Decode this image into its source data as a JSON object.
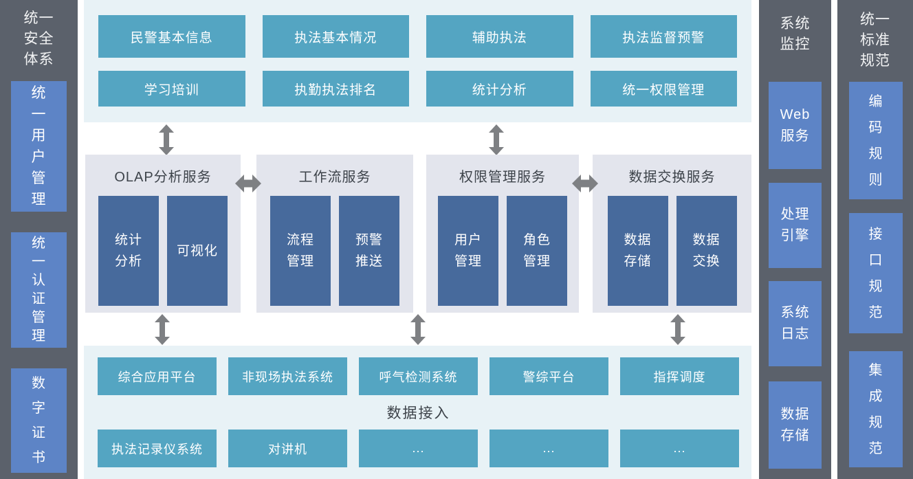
{
  "colors": {
    "sidebar_bg": "#5b616b",
    "sidebar_box_blue": "#5d84c6",
    "teal_box": "#54a5c2",
    "module_blue": "#476a9c",
    "panel_bg": "#e3e5ed",
    "main_bg": "#e8f2f6",
    "arrow_gray": "#7e8083",
    "dark_text": "#3d434a"
  },
  "left_sidebar": {
    "title": "统一\n安全\n体系",
    "items": [
      "统\n一\n用\n户\n管\n理",
      "统\n一\n认\n证\n管\n理",
      "数\n字\n证\n书"
    ]
  },
  "top_apps": {
    "rows": [
      [
        "民警基本信息",
        "执法基本情况",
        "辅助执法",
        "执法监督预警"
      ],
      [
        "学习培训",
        "执勤执法排名",
        "统计分析",
        "统一权限管理"
      ]
    ]
  },
  "services": [
    {
      "title": "OLAP分析服务",
      "items": [
        "统计\n分析",
        "可视化"
      ]
    },
    {
      "title": "工作流服务",
      "items": [
        "流程\n管理",
        "预警\n推送"
      ]
    },
    {
      "title": "权限管理服务",
      "items": [
        "用户\n管理",
        "角色\n管理"
      ]
    },
    {
      "title": "数据交换服务",
      "items": [
        "数据\n存储",
        "数据\n交换"
      ]
    }
  ],
  "access_layer": {
    "title": "数据接入",
    "row1": [
      "综合应用平台",
      "非现场执法系统",
      "呼气检测系统",
      "警综平台",
      "指挥调度"
    ],
    "row2": [
      "执法记录仪系统",
      "对讲机",
      "...",
      "...",
      "..."
    ]
  },
  "monitor_sidebar": {
    "title": "系统\n监控",
    "items": [
      "Web\n服务",
      "处理\n引擎",
      "系统\n日志",
      "数据\n存储"
    ]
  },
  "standards_sidebar": {
    "title": "统一\n标准\n规范",
    "items": [
      "编\n码\n规\n则",
      "接\n口\n规\n范",
      "集\n成\n规\n范"
    ]
  }
}
